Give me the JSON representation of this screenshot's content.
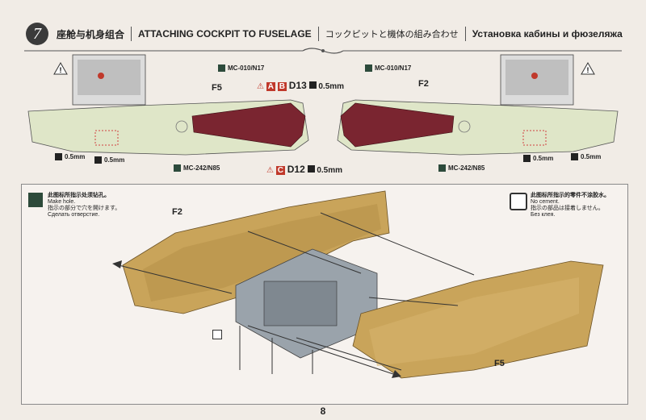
{
  "header": {
    "step_number": "7",
    "title_cn": "座舱与机身组合",
    "title_en": "ATTACHING COCKPIT TO FUSELAGE",
    "title_jp": "コックピットと機体の組み合わせ",
    "title_ru": "Установка кабины и фюзеляжа"
  },
  "upper": {
    "left_fuselage_label": "F5",
    "right_fuselage_label": "F2",
    "paint_top_left": "MC-010/N17",
    "paint_top_right": "MC-010/N17",
    "paint_bottom_left": "MC-242/N85",
    "paint_bottom_right": "MC-242/N85",
    "part_top_a": "A",
    "part_top_b": "B",
    "part_top_id": "D13",
    "part_top_size": "0.5mm",
    "part_bottom_c": "C",
    "part_bottom_id": "D12",
    "part_bottom_size": "0.5mm",
    "drill_size": "0.5mm"
  },
  "lower": {
    "drill_note_cn": "此图标所指示处须钻孔。",
    "drill_note_en": "Make hole.",
    "drill_note_jp": "指示の部分で穴を開けます。",
    "drill_note_ru": "Сделать отверстие.",
    "cement_note_cn": "此图标所指示的零件不涂胶水。",
    "cement_note_en": "No cement.",
    "cement_note_jp": "指示の部品は接着しません。",
    "cement_note_ru": "Без клея.",
    "label_f2": "F2",
    "label_f5": "F5"
  },
  "page_number": "8"
}
